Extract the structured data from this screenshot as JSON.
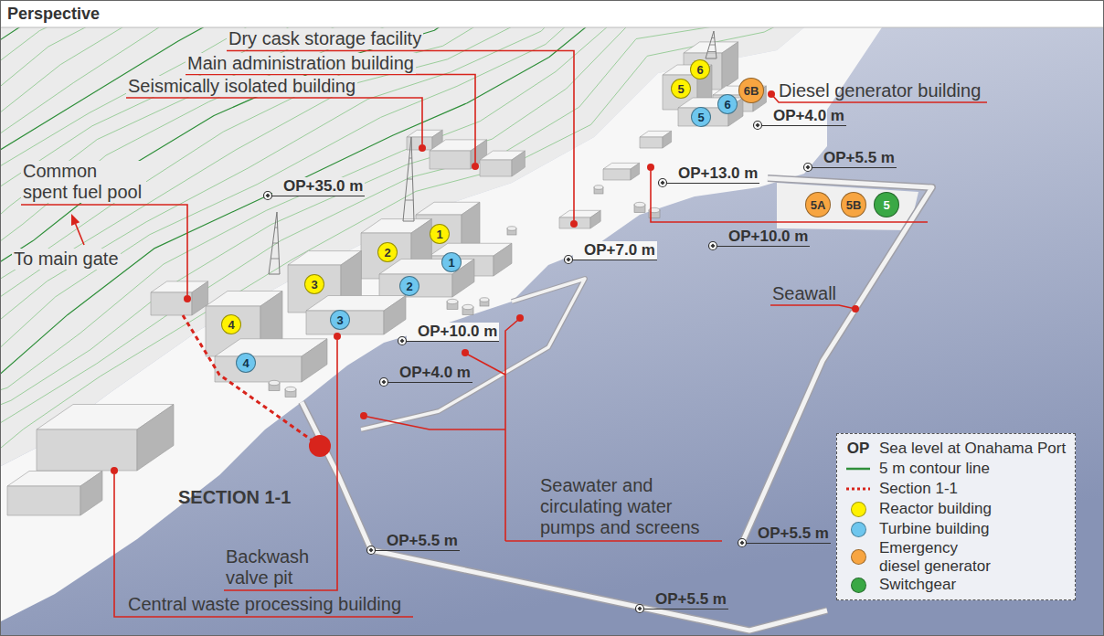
{
  "diagram": {
    "title": "Perspective",
    "nodes": [
      {
        "text": [
          "6"
        ]
      },
      {
        "text": [
          "5"
        ]
      },
      {
        "text": [
          "6B"
        ]
      },
      {
        "text": [
          "6"
        ]
      },
      {
        "text": [
          "5"
        ]
      },
      {
        "text": [
          "5A"
        ]
      },
      {
        "text": [
          "5B"
        ]
      },
      {
        "text": [
          "5"
        ]
      },
      {
        "text": [
          "1"
        ]
      },
      {
        "text": [
          "2"
        ]
      },
      {
        "text": [
          "1"
        ]
      },
      {
        "text": [
          "3"
        ]
      },
      {
        "text": [
          "2"
        ]
      },
      {
        "text": [
          "3"
        ]
      },
      {
        "text": [
          "4"
        ]
      },
      {
        "text": [
          "4"
        ]
      }
    ],
    "labels": [
      "Dry cask storage facility",
      "Main administration building",
      "Seismically isolated building",
      "Common spent fuel pool",
      "To main gate",
      "Diesel generator building",
      "OP+4.0 m",
      "OP+5.5 m",
      "OP+35.0 m",
      "OP+13.0 m",
      "OP+7.0 m",
      "OP+10.0 m",
      "Seawall",
      "OP+10.0 m",
      "OP+4.0 m",
      "Seawater and circulating water pumps and screens",
      "SECTION 1-1",
      "OP+5.5 m",
      "Backwash valve pit",
      "OP+5.5 m",
      "OP+5.5 m",
      "Central waste processing building",
      "OP"
    ],
    "legend": [
      {
        "text": "Sea level at Onahama Port"
      },
      {
        "text": "5 m contour line"
      },
      {
        "text": "Section 1-1"
      },
      {
        "text": "Reactor building",
        "color": "#fff200"
      },
      {
        "text": "Turbine building",
        "color": "#6ec6ee"
      },
      {
        "text": "Emergency diesel generator",
        "color": "#f7a541"
      },
      {
        "text": "Switchgear",
        "color": "#3aa845"
      }
    ]
  }
}
